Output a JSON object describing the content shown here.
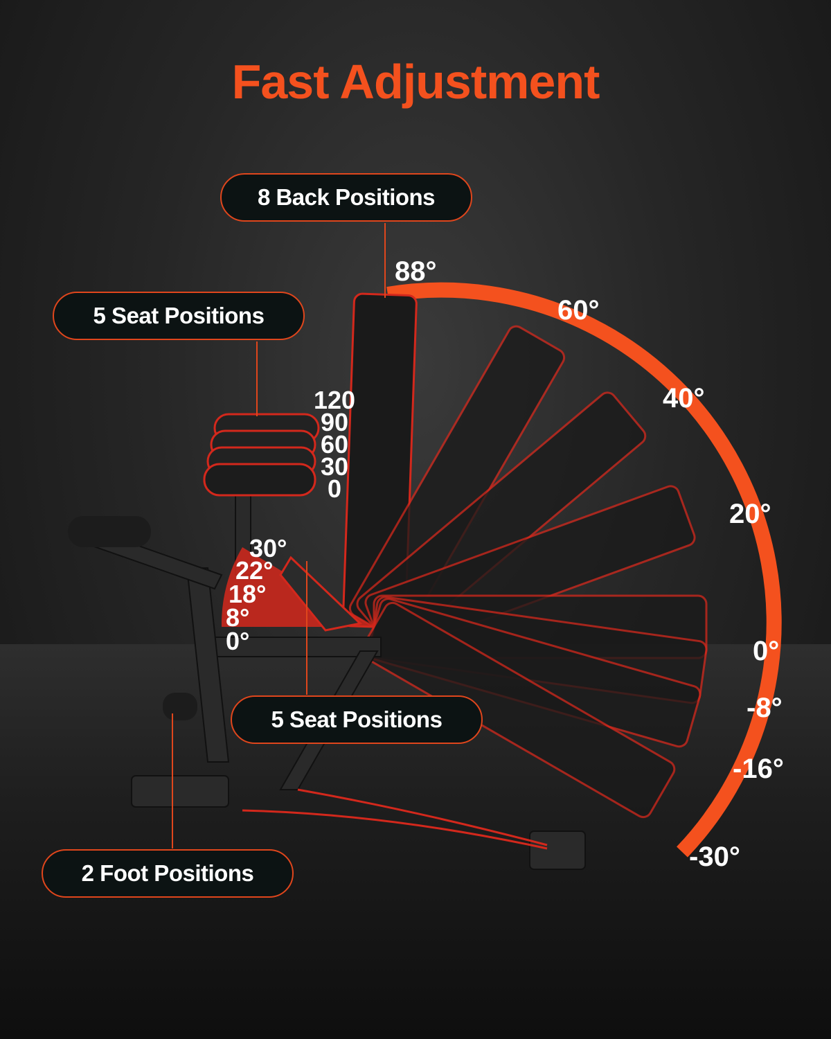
{
  "title": "Fast Adjustment",
  "callouts": {
    "back": "8 Back Positions",
    "seat_top": "5 Seat Positions",
    "seat_bottom": "5 Seat Positions",
    "foot": "2 Foot Positions"
  },
  "back_angles": [
    "88°",
    "60°",
    "40°",
    "20°",
    "0°",
    "-8°",
    "-16°",
    "-30°"
  ],
  "seat_angles": [
    "30°",
    "22°",
    "18°",
    "8°",
    "0°"
  ],
  "leg_positions": [
    "120",
    "90",
    "60",
    "30",
    "0"
  ],
  "colors": {
    "accent": "#f4511e",
    "pill_bg": "#0c1313",
    "background": "#222222"
  }
}
